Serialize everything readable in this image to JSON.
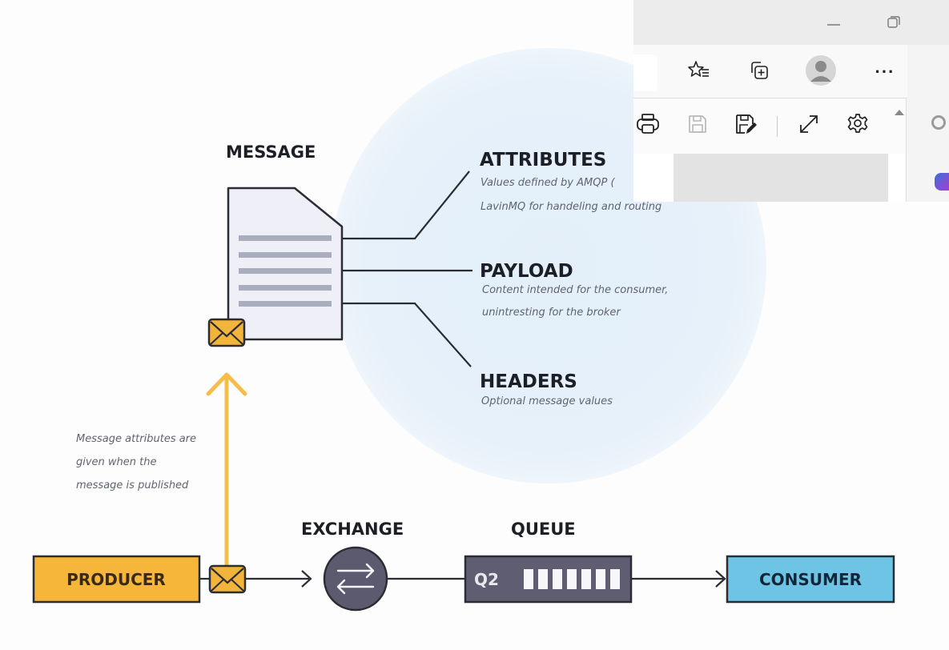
{
  "diagram": {
    "message": {
      "title": "MESSAGE",
      "parts": [
        {
          "title": "ATTRIBUTES",
          "lines": [
            "Values defined by AMQP (",
            "LavinMQ for handeling and routing"
          ]
        },
        {
          "title": "PAYLOAD",
          "lines": [
            "Content intended for the consumer,",
            "unintresting for the broker"
          ]
        },
        {
          "title": "HEADERS",
          "lines": [
            "Optional message values"
          ]
        }
      ]
    },
    "note": [
      "Message attributes are",
      "given when the",
      "message is published"
    ],
    "flow": {
      "producer": "PRODUCER",
      "exchange": "EXCHANGE",
      "queue_title": "QUEUE",
      "queue_name": "Q2",
      "queue_slots": 7,
      "consumer": "CONSUMER"
    },
    "colors": {
      "producer": "#f6b63a",
      "envelope": "#f3b43c",
      "arrow": "#f5bd4a",
      "exchange": "#5c5a6e",
      "queue": "#5f5d72",
      "consumer": "#6ec4e4",
      "bubble": "#e6f1fa",
      "document": "#eeeff7",
      "doc_lines": "#a9adbd",
      "outline": "#2b2d35"
    }
  },
  "browser_overlay": {
    "window_controls": [
      {
        "icon": "minimize-icon"
      },
      {
        "icon": "restore-icon"
      }
    ],
    "toolbar_icons": [
      "favorites-icon",
      "collections-icon",
      "profile-avatar-icon",
      "more-options-icon",
      "copilot-icon"
    ],
    "more_label": "···",
    "pdf_toolbar_icons": [
      "print-icon",
      "save-icon",
      "save-as-icon",
      "fullscreen-icon",
      "settings-icon"
    ]
  }
}
